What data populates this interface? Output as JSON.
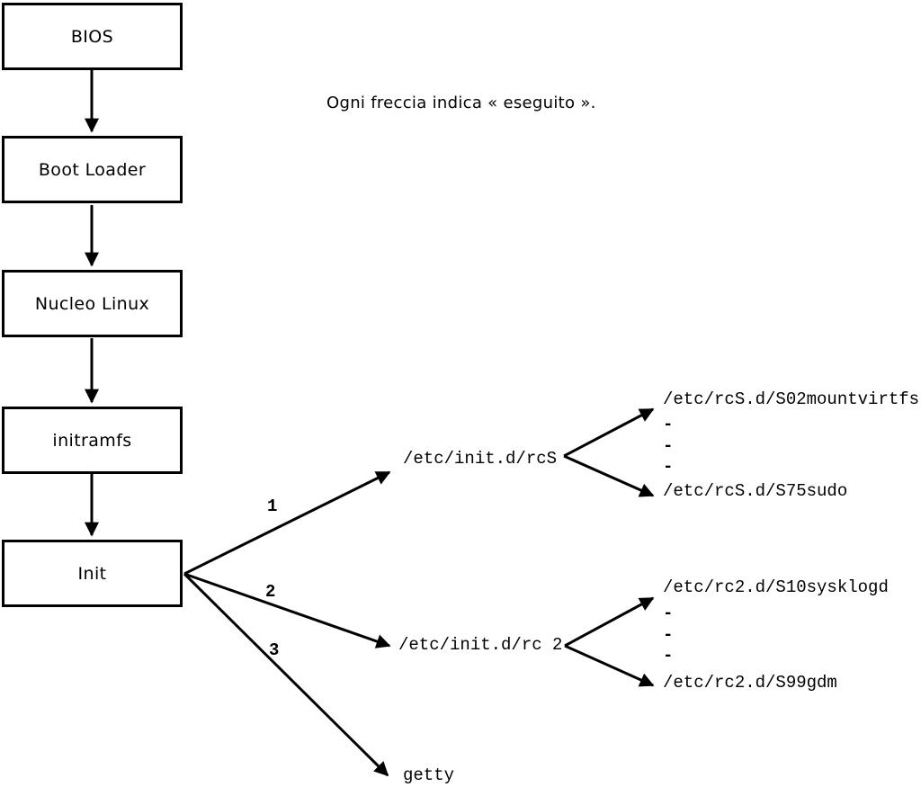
{
  "note": "Ogni freccia indica « eseguito ».",
  "chain": [
    {
      "label": "BIOS"
    },
    {
      "label": "Boot Loader"
    },
    {
      "label": "Nucleo Linux"
    },
    {
      "label": "initramfs"
    },
    {
      "label": "Init"
    }
  ],
  "branches": [
    {
      "number": "1",
      "target": "/etc/init.d/rcS",
      "children": [
        "/etc/rcS.d/S02mountvirtfs",
        "-",
        "-",
        "-",
        "/etc/rcS.d/S75sudo"
      ]
    },
    {
      "number": "2",
      "target": "/etc/init.d/rc 2",
      "children": [
        "/etc/rc2.d/S10sysklogd",
        "-",
        "-",
        "-",
        "/etc/rc2.d/S99gdm"
      ]
    },
    {
      "number": "3",
      "target": "getty",
      "children": []
    }
  ],
  "colors": {
    "line": "#000000",
    "box_fill": "#ffffff",
    "background": "#ffffff",
    "text": "#000000"
  }
}
